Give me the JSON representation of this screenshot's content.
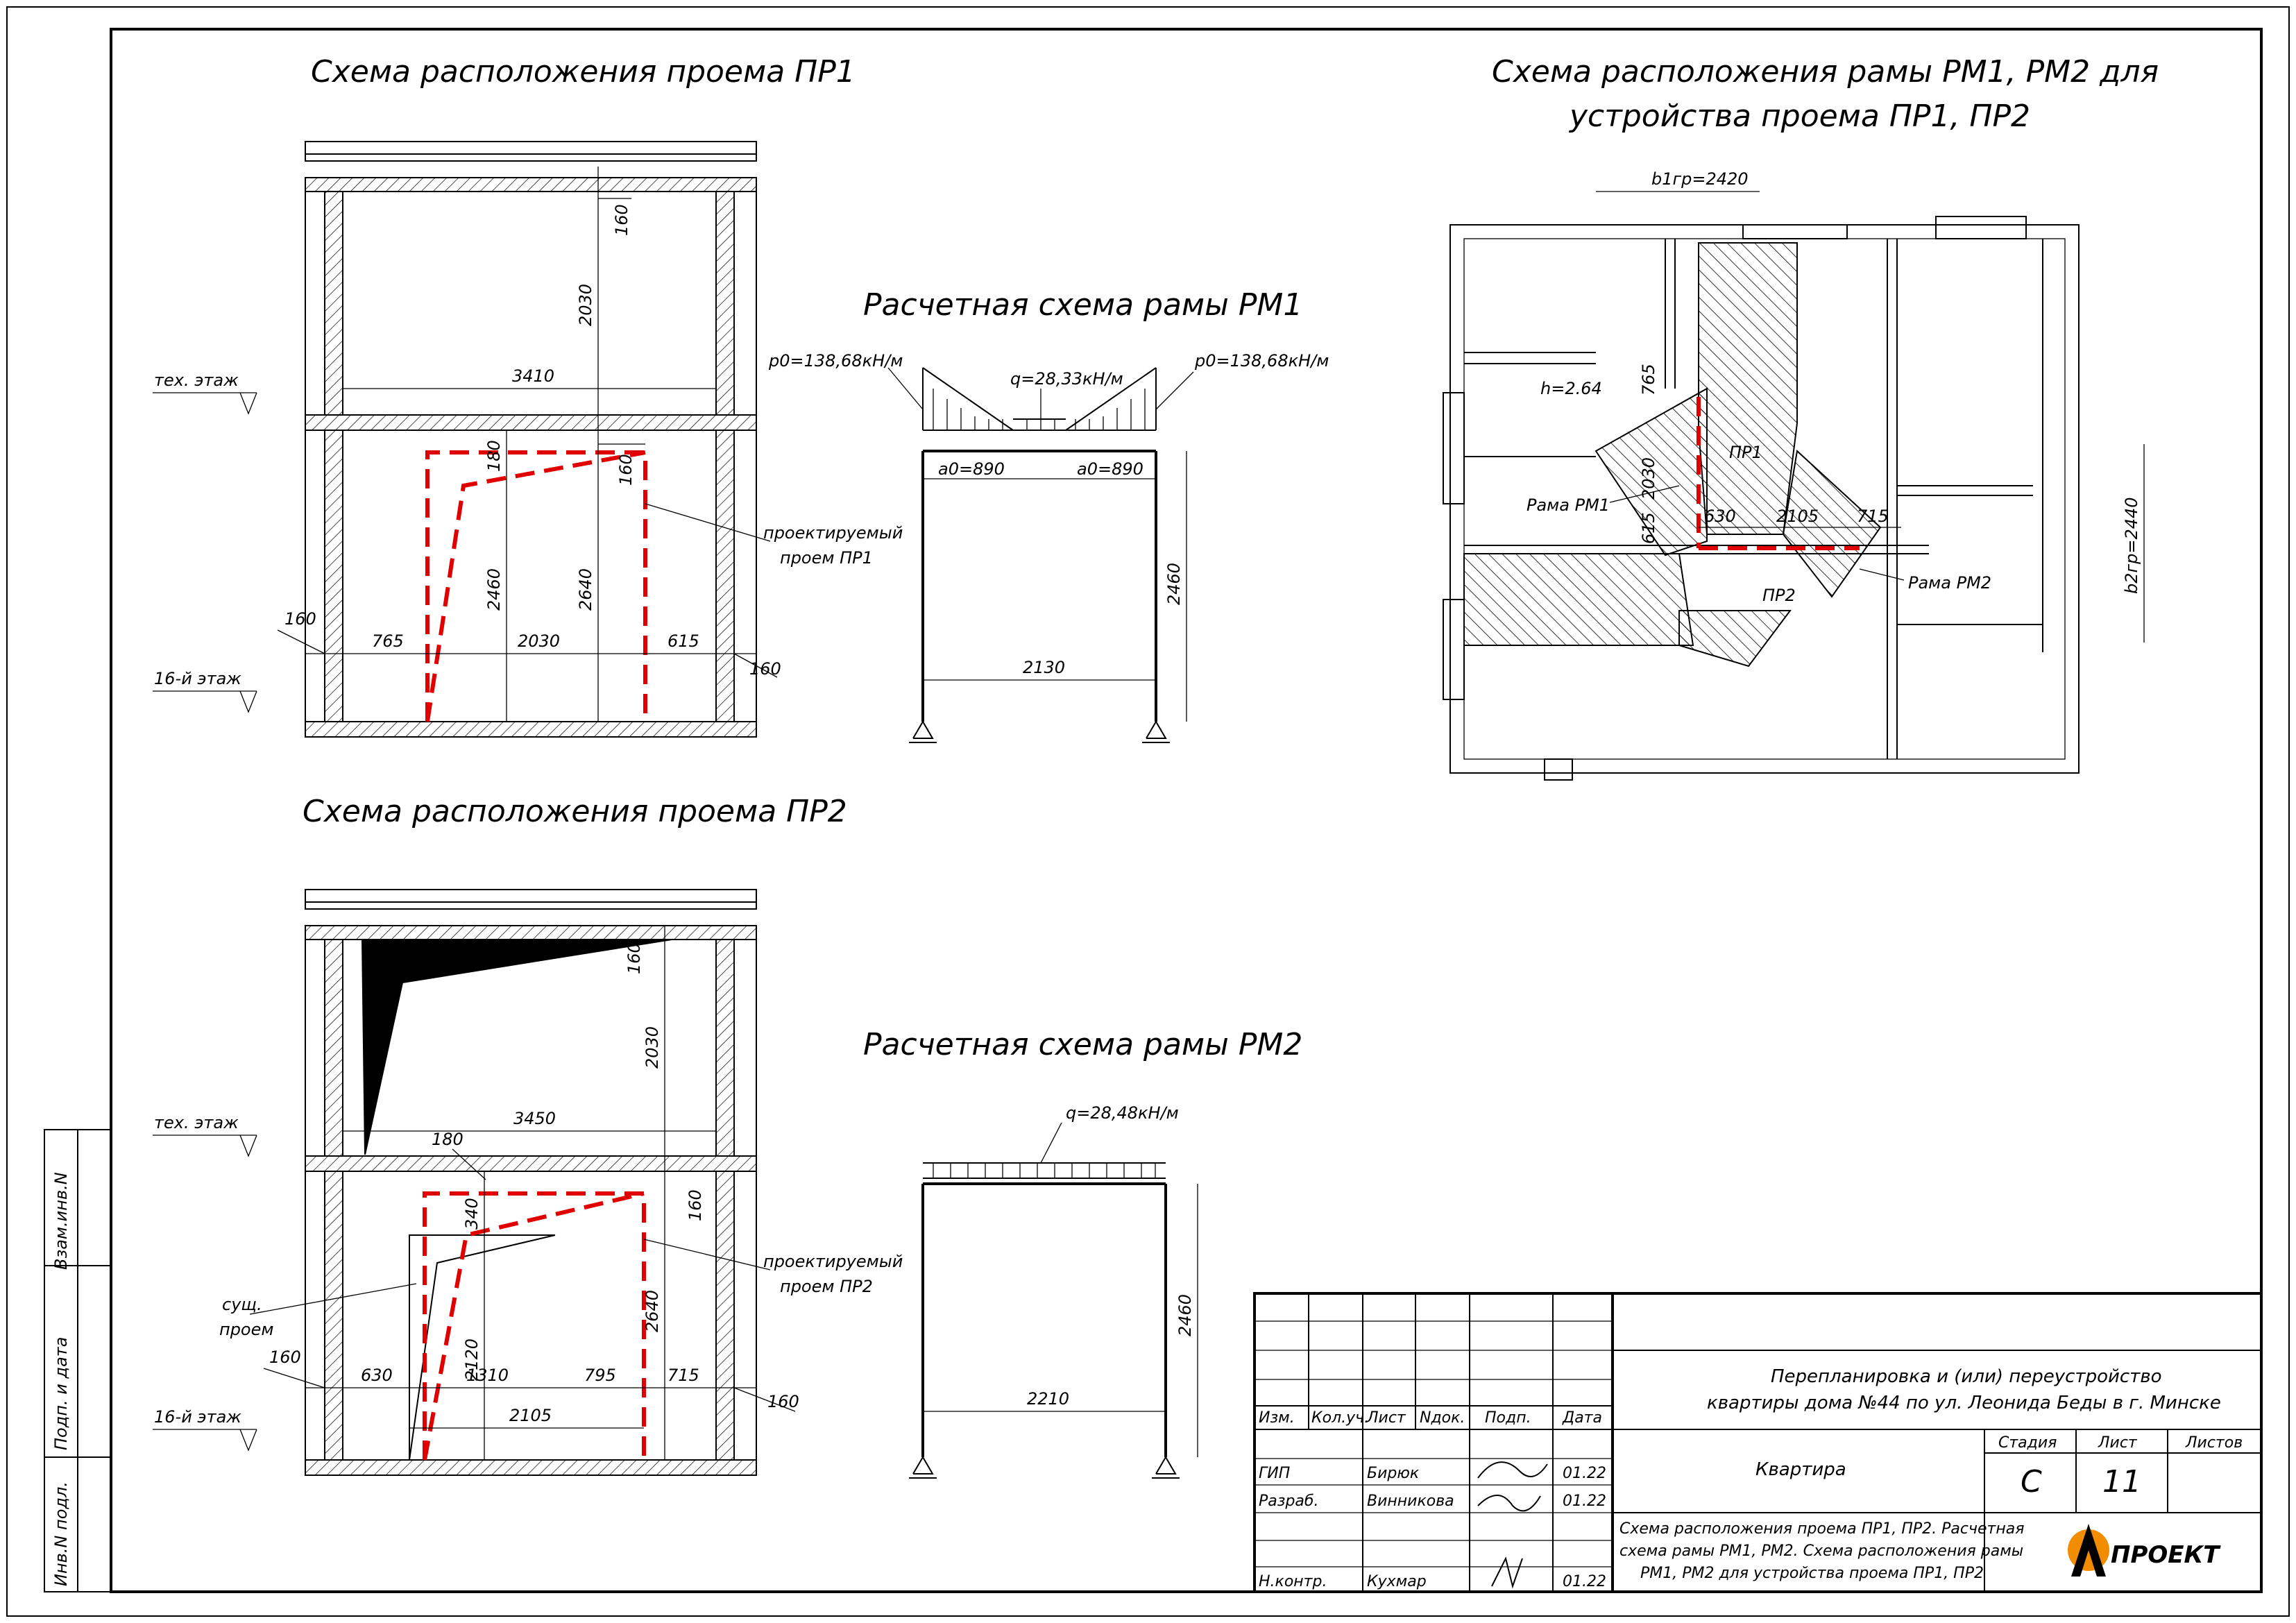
{
  "pr1": {
    "title": "Схема расположения проема ПР1",
    "floor_tech": "тех. этаж",
    "floor_16": "16-й этаж",
    "dims": {
      "d160a": "160",
      "d2030": "2030",
      "d3410": "3410",
      "d180": "180",
      "d160b": "160",
      "d2460": "2460",
      "d2640": "2640",
      "d160c": "160",
      "d765": "765",
      "d2030b": "2030",
      "d615": "615",
      "d160d": "160"
    },
    "leader": "проектируемый",
    "leader2": "проем ПР1"
  },
  "pr2": {
    "title": "Схема расположения проема ПР2",
    "floor_tech": "тех. этаж",
    "floor_16": "16-й этаж",
    "dims": {
      "d160a": "160",
      "d2030": "2030",
      "d3450": "3450",
      "d180": "180",
      "d340": "340",
      "d160b": "160",
      "d2120": "2120",
      "d2640": "2640",
      "d160c": "160",
      "d630": "630",
      "d1310": "1310",
      "d795": "795",
      "d715": "715",
      "d2105": "2105",
      "d160d": "160"
    },
    "leader": "проектируемый",
    "leader2": "проем ПР2",
    "exist": "сущ.",
    "exist2": "проем"
  },
  "rm1": {
    "title": "Расчетная схема рамы РМ1",
    "p0_left": "p0=138,68кН/м",
    "p0_right": "p0=138,68кН/м",
    "q": "q=28,33кН/м",
    "a0_left": "a0=890",
    "a0_right": "a0=890",
    "h": "2460",
    "span": "2130"
  },
  "rm2": {
    "title": "Расчетная схема рамы РМ2",
    "q": "q=28,48кН/м",
    "h": "2460",
    "span": "2210"
  },
  "plan": {
    "title1": "Схема расположения рамы РМ1, РМ2 для",
    "title2": "устройства проема ПР1, ПР2",
    "b1": "b1гр=2420",
    "b2": "b2гр=2440",
    "h": "h=2.64",
    "d765": "765",
    "d2030": "2030",
    "d615": "615",
    "d630": "630",
    "d2105": "2105",
    "d715": "715",
    "pr1": "ПР1",
    "pr2": "ПР2",
    "rama1": "Рама РМ1",
    "rama2": "Рама РМ2"
  },
  "titleblock": {
    "headers": [
      "Изм.",
      "Кол.уч.",
      "Лист",
      "Nдок.",
      "Подп.",
      "Дата"
    ],
    "roles": [
      {
        "role": "ГИП",
        "name": "Бирюк",
        "date": "01.22"
      },
      {
        "role": "Разраб.",
        "name": "Винникова",
        "date": "01.22"
      },
      {
        "role": "Н.контр.",
        "name": "Кухмар",
        "date": "01.22"
      }
    ],
    "project_line1": "Перепланировка и (или) переустройство",
    "project_line2": "квартиры дома №44 по ул. Леонида Беды в г. Минске",
    "object": "Квартира",
    "stage_label": "Стадия",
    "sheet_label": "Лист",
    "sheets_label": "Листов",
    "stage": "С",
    "sheet": "11",
    "sheets": "",
    "desc1": "Схема расположения проема ПР1, ПР2. Расчетная",
    "desc2": "схема рамы РМ1, РМ2. Схема расположения рамы",
    "desc3": "РМ1, РМ2 для устройства проема ПР1, ПР2",
    "logo": "ПРОЕКТ"
  },
  "side": {
    "c1": "Взам.инв.N",
    "c2": "Подп. и дата",
    "c3": "Инв.N подл."
  }
}
